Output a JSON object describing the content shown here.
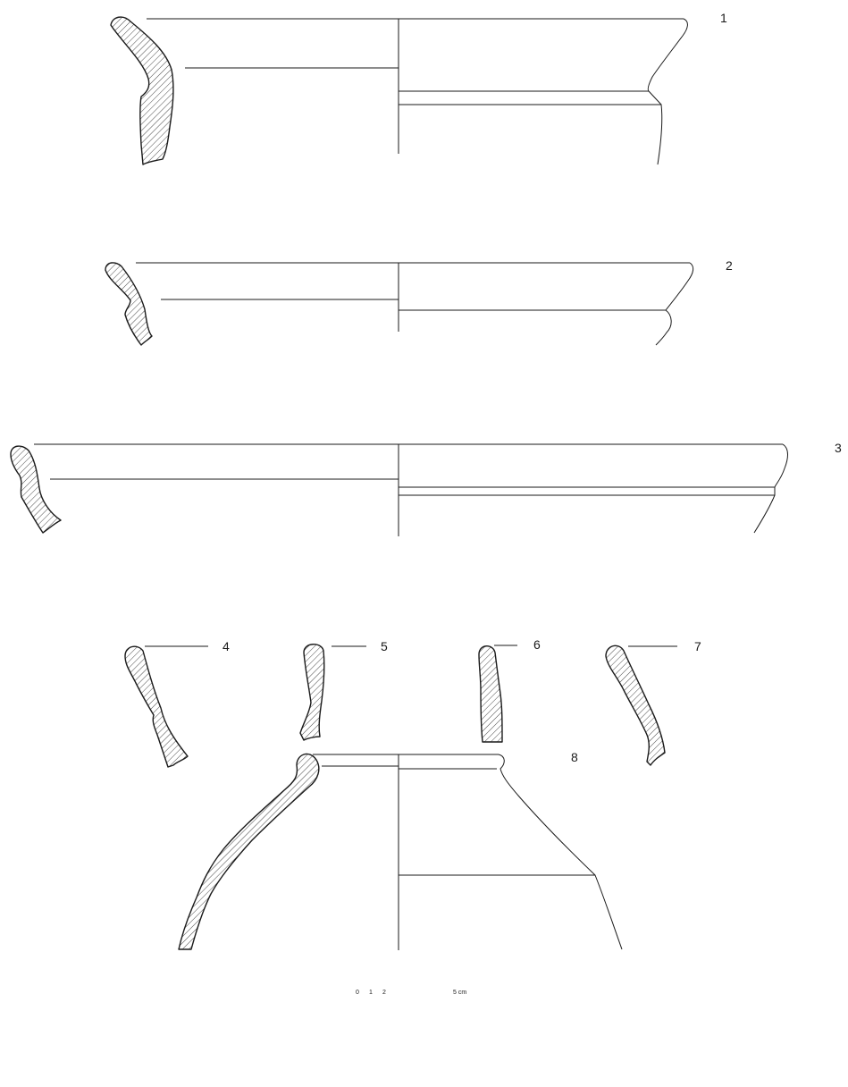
{
  "figure": {
    "labels": [
      "1",
      "2",
      "3",
      "4",
      "5",
      "6",
      "7",
      "8"
    ]
  },
  "scale_bar": {
    "ticks": [
      "0",
      "1",
      "2"
    ],
    "end_label": "5 cm"
  },
  "colors": {
    "ink": "#1a1a1a",
    "background": "#ffffff"
  }
}
